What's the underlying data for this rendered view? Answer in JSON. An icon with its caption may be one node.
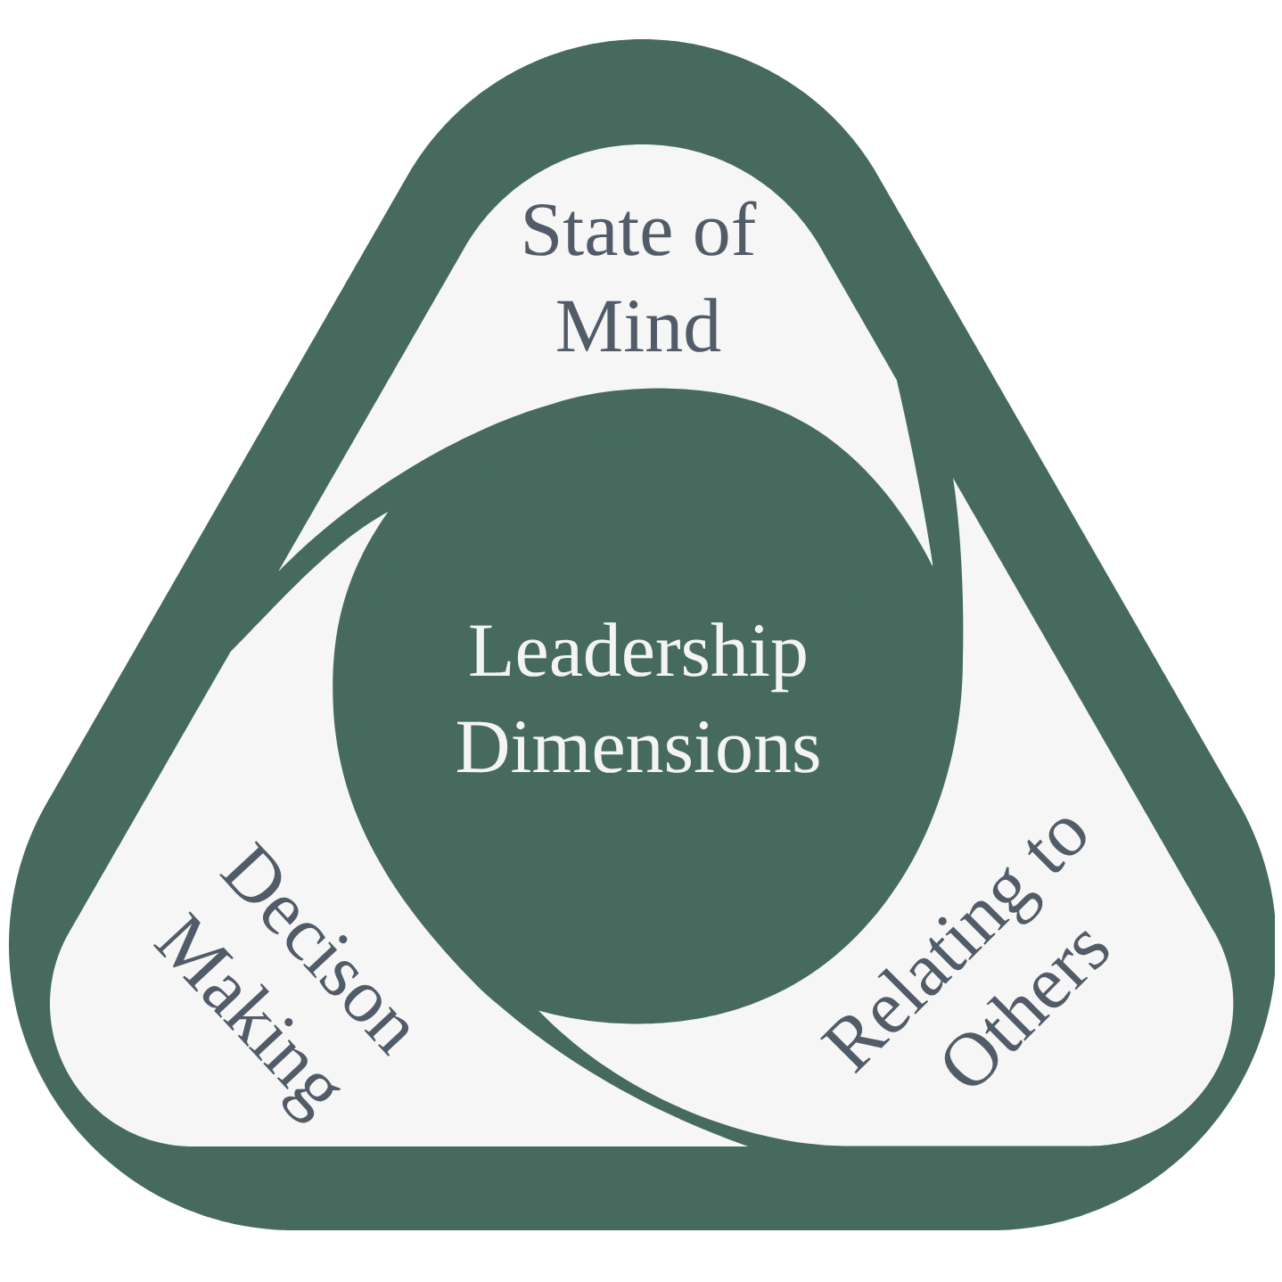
{
  "diagram": {
    "nodes": [
      {
        "text": [],
        "shape": "triangle"
      },
      {
        "text": [
          "State of Mind"
        ],
        "in": 0
      },
      {
        "text": [
          "Leadership Dimensions"
        ],
        "in": 0
      },
      {
        "text": [
          "Decison Making"
        ],
        "in": 0
      },
      {
        "text": [
          "Relating to Others"
        ],
        "in": 0
      }
    ]
  }
}
